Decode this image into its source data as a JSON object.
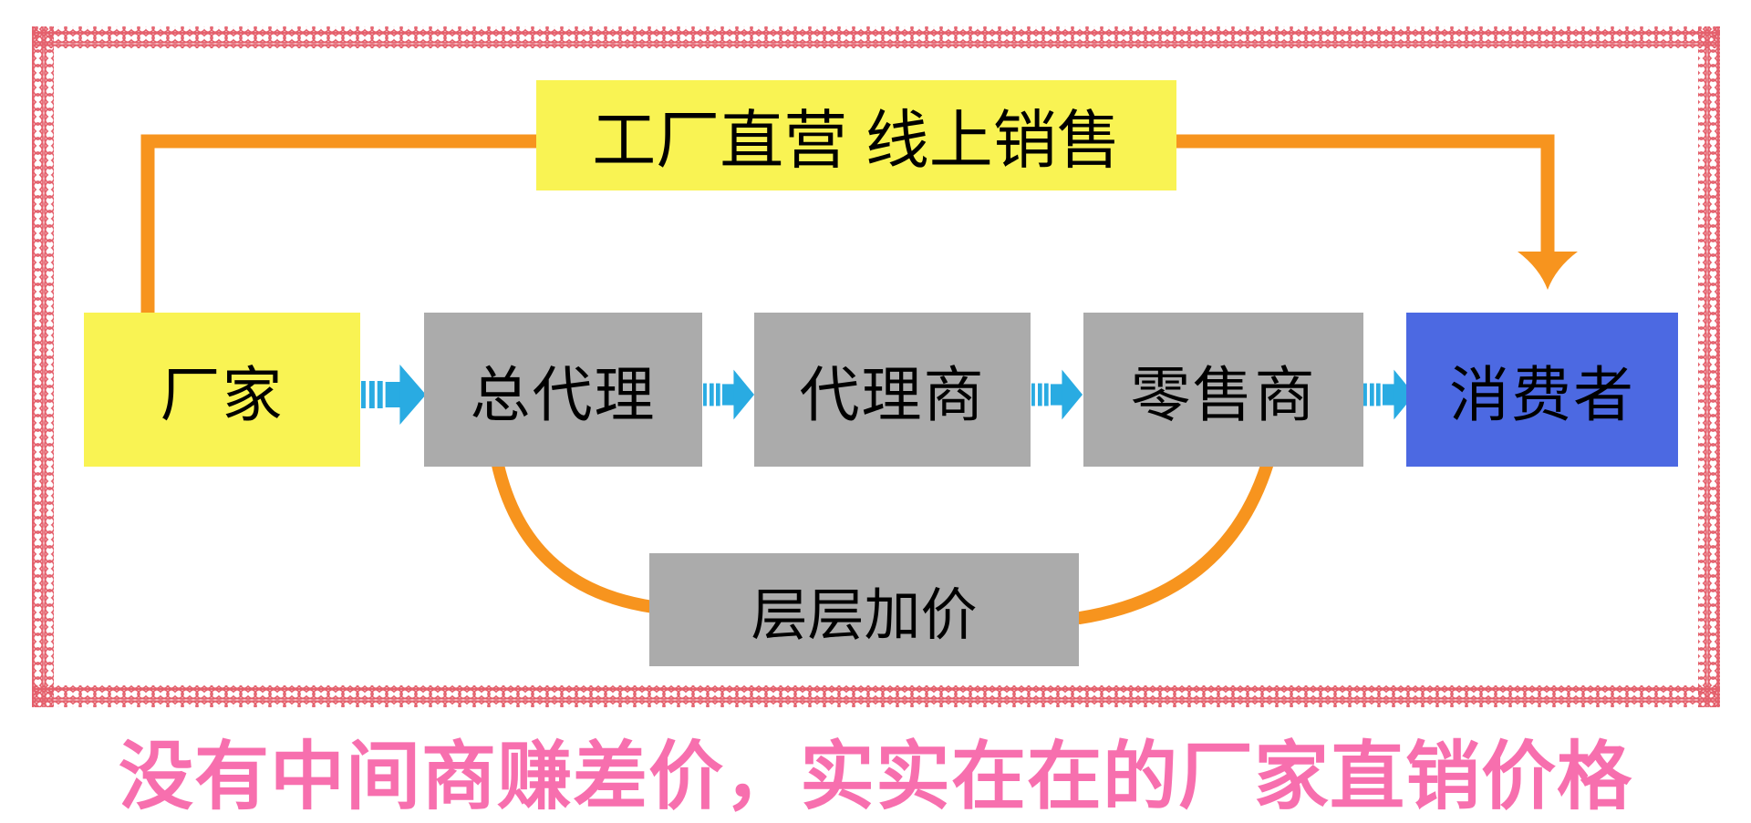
{
  "poster": {
    "background": "#ffffff",
    "banner": {
      "label": "工厂直营 线上销售",
      "bg_color": "#f9f353",
      "text_color": "#000000"
    },
    "flow_nodes": [
      {
        "label": "厂家",
        "bg_color": "#f9f353"
      },
      {
        "label": "总代理",
        "bg_color": "#ababab"
      },
      {
        "label": "代理商",
        "bg_color": "#ababab"
      },
      {
        "label": "零售商",
        "bg_color": "#ababab"
      },
      {
        "label": "消费者",
        "bg_color": "#4c69e2"
      }
    ],
    "markup_box": {
      "label": "层层加价",
      "bg_color": "#ababab"
    },
    "slogan": {
      "text": "没有中间商赚差价，实实在在的厂家直销价格",
      "color": "#f76fae"
    },
    "colors": {
      "route_orange": "#f7941e",
      "flow_arrow_blue": "#29abe2",
      "border_chain_pink": "#e4606c"
    },
    "icons": {
      "flow_connector": "striped-fast-forward-arrow-icon",
      "direct_route_end": "down-arrowhead-icon",
      "frame": "chain-link-border"
    }
  }
}
